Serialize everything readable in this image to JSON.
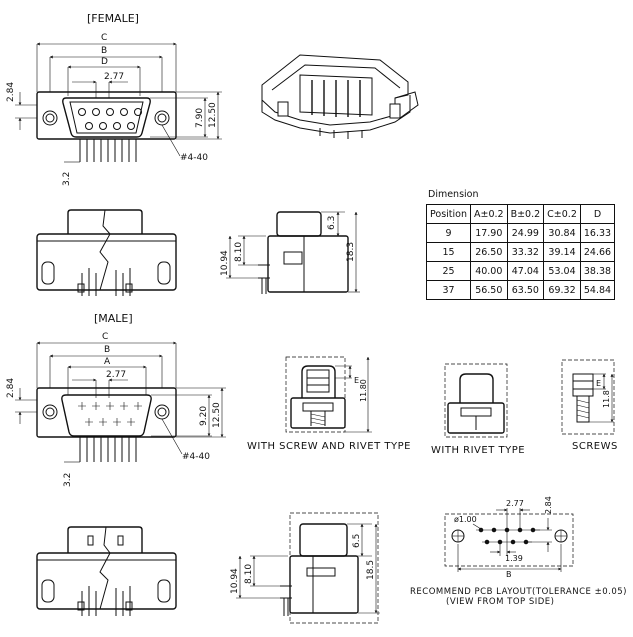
{
  "female": {
    "title": "[FEMALE]",
    "dims": {
      "c": "C",
      "b": "B",
      "d": "D",
      "pitch": "2.77",
      "h1": "2.84",
      "h2": "7.90",
      "h3": "12.50",
      "screw": "#4-40",
      "tail": "3.2",
      "side_top": "6.3",
      "side_mid": "8.10",
      "side_low": "10.94",
      "side_total": "18.3"
    }
  },
  "male": {
    "title": "[MALE]",
    "dims": {
      "c": "C",
      "b": "B",
      "a": "A",
      "pitch": "2.77",
      "h1": "2.84",
      "h2": "9.20",
      "h3": "12.50",
      "screw": "#4-40",
      "tail": "3.2",
      "side_top": "6.5",
      "side_mid": "8.10",
      "side_low": "10.94",
      "side_total": "18.5"
    }
  },
  "table": {
    "caption": "Dimension",
    "headers": [
      "Position",
      "A±0.2",
      "B±0.2",
      "C±0.2",
      "D"
    ],
    "rows": [
      [
        "9",
        "17.90",
        "24.99",
        "30.84",
        "16.33"
      ],
      [
        "15",
        "26.50",
        "33.32",
        "39.14",
        "24.66"
      ],
      [
        "25",
        "40.00",
        "47.04",
        "53.04",
        "38.38"
      ],
      [
        "37",
        "56.50",
        "63.50",
        "69.32",
        "54.84"
      ]
    ]
  },
  "types": {
    "screw_rivet": "WITH SCREW AND RIVET TYPE",
    "rivet": "WITH RIVET TYPE",
    "screws": "SCREWS",
    "e_label": "E",
    "h1": "11.80",
    "h2": "11.8"
  },
  "pcb": {
    "pitch": "2.77",
    "hole": "ø1.00",
    "offset": "2.84",
    "row": "1.39",
    "b": "B",
    "caption1": "RECOMMEND PCB LAYOUT(TOLERANCE ±0.05)",
    "caption2": "(VIEW FROM TOP SIDE)"
  }
}
